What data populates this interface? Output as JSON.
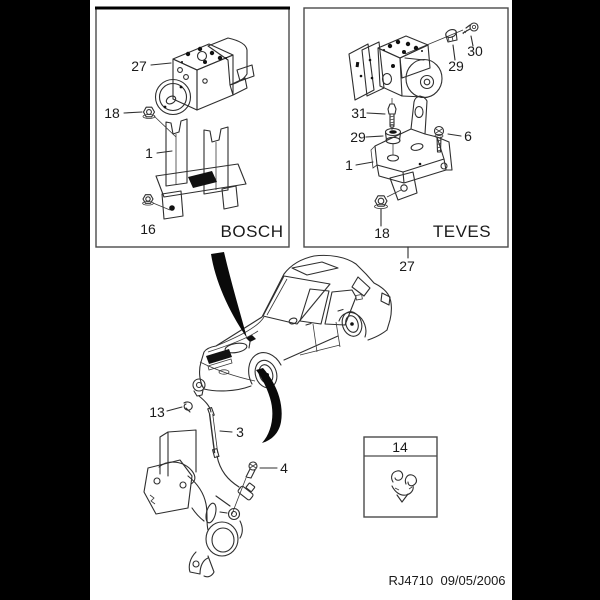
{
  "page": {
    "background_color": "#000000",
    "paper_color": "#ffffff",
    "line_color": "#2f2f2f",
    "footer_code": "RJ4710  09/05/2006"
  },
  "panels": {
    "bosch": {
      "caption": "BOSCH",
      "callout_27": "27",
      "callout_18": "18",
      "callout_1": "1",
      "callout_16": "16"
    },
    "teves": {
      "caption": "TEVES",
      "callout_30": "30",
      "callout_29_upper": "29",
      "callout_31": "31",
      "callout_29_lower": "29",
      "callout_6": "6",
      "callout_1": "1",
      "callout_18": "18",
      "callout_27_below": "27"
    },
    "clip_box": {
      "callout_14": "14"
    }
  },
  "wheel_assembly": {
    "callout_13": "13",
    "callout_3": "3",
    "callout_4": "4"
  }
}
